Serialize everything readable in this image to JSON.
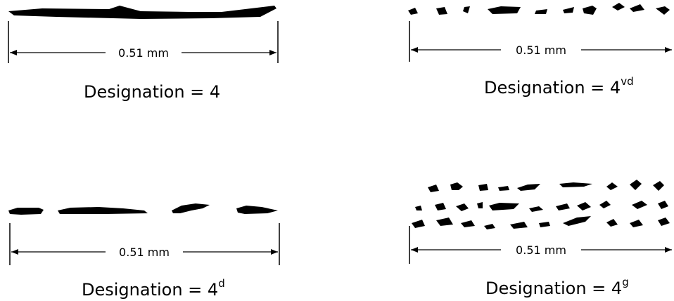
{
  "panels": [
    {
      "id": "p4",
      "scale_label": "0.51 mm",
      "designation_text": "Designation = 4",
      "superscript": ""
    },
    {
      "id": "p4vd",
      "scale_label": "0.51 mm",
      "designation_text": "Designation = 4",
      "superscript": "vd"
    },
    {
      "id": "p4d",
      "scale_label": "0.51 mm",
      "designation_text": "Designation = 4",
      "superscript": "d"
    },
    {
      "id": "p4g",
      "scale_label": "0.51 mm",
      "designation_text": "Designation = 4",
      "superscript": "g"
    }
  ],
  "colors": {
    "ink": "#000000",
    "background": "#ffffff"
  }
}
